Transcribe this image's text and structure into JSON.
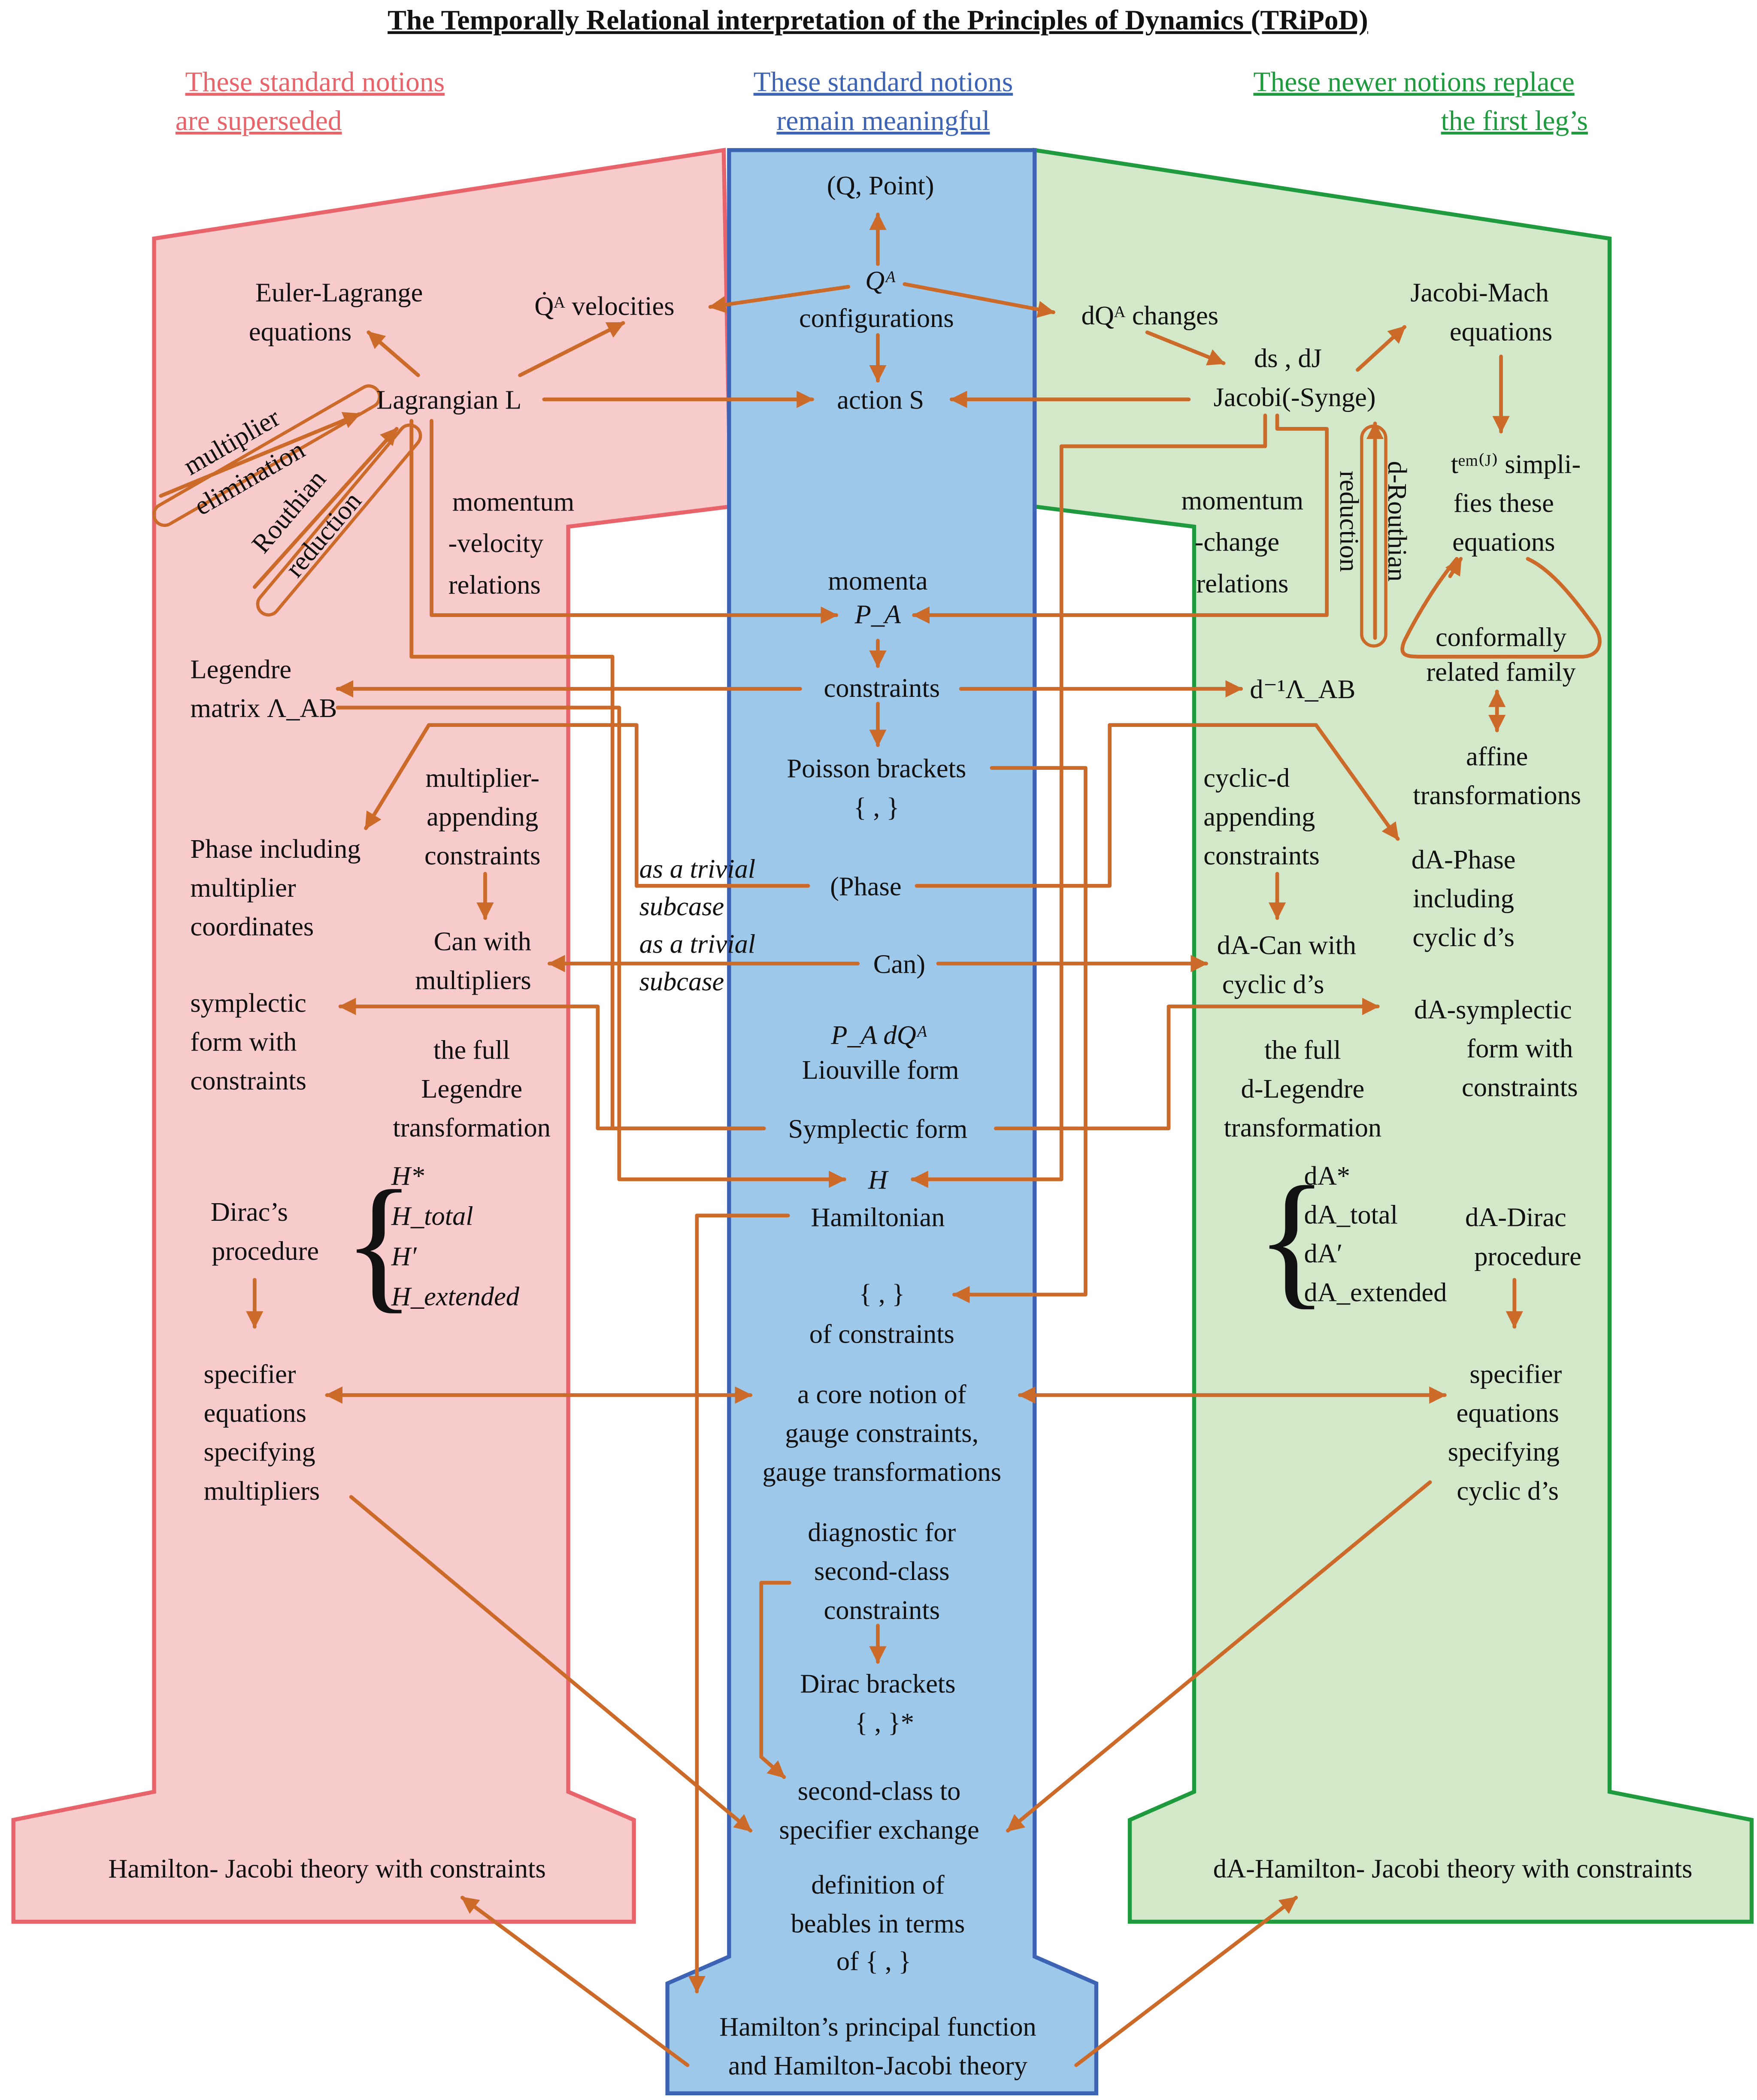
{
  "title": "The Temporally Relational interpretation of the Principles of Dynamics (TRiPoD)",
  "colors": {
    "left_fill": "#f7cacc",
    "left_stroke": "#e8646a",
    "mid_fill": "#9ec8ea",
    "mid_stroke": "#3d64b4",
    "right_fill": "#d2e8c8",
    "right_stroke": "#1f9a3e",
    "arrow": "#cc6b29",
    "text": "#111111"
  },
  "headers": {
    "left": [
      "These standard notions ",
      "are superseded"
    ],
    "mid": [
      "These standard notions",
      "remain meaningful"
    ],
    "right": [
      "These newer notions replace",
      "the first leg’s"
    ]
  },
  "labels": {
    "q_point": "(Q, Point)",
    "qa_config": [
      "Qᴬ",
      "configurations"
    ],
    "action_s": "action S",
    "momenta": [
      "momenta",
      "P_A"
    ],
    "constraints": "constraints",
    "poisson": [
      "Poisson brackets",
      "{   ,   }"
    ],
    "phase": "(Phase",
    "can": "Can)",
    "liouville": [
      "P_A dQᴬ",
      "Liouville form"
    ],
    "symplectic": "Symplectic form",
    "hamiltonian": [
      "H",
      "Hamiltonian"
    ],
    "brackets_constraints": [
      "{   ,   }",
      "of constraints"
    ],
    "core_gauge": [
      "a core notion of",
      "gauge constraints,",
      "gauge transformations"
    ],
    "diagnostic": [
      "diagnostic for",
      "second-class",
      "constraints"
    ],
    "dirac_brackets": [
      "Dirac brackets",
      "{   ,   }*"
    ],
    "exchange": [
      "second-class to",
      "specifier exchange"
    ],
    "beables": [
      "definition of",
      "beables in terms",
      "of {   ,   }"
    ],
    "hpf": [
      "Hamilton’s principal function",
      "and Hamilton-Jacobi theory"
    ],
    "euler_lagrange": [
      "Euler-Lagrange",
      "equations"
    ],
    "qdot_velocities": "Q̇ᴬ velocities",
    "lagrangian": "Lagrangian L",
    "multiplier_elimination": [
      "multiplier",
      "elimination"
    ],
    "routhian_reduction": [
      "Routhian",
      "reduction"
    ],
    "momentum_velocity": [
      "momentum",
      "-velocity",
      "relations"
    ],
    "legendre_matrix": [
      "Legendre",
      "matrix Λ_AB"
    ],
    "multiplier_appending": [
      "multiplier-",
      "appending",
      "constraints"
    ],
    "phase_multiplier": [
      "Phase including",
      "multiplier",
      "coordinates"
    ],
    "trivial_subcase": [
      "as a trivial",
      "subcase"
    ],
    "can_multipliers": [
      "Can with",
      "multipliers"
    ],
    "symplectic_constraints": [
      "symplectic",
      "form with",
      "constraints"
    ],
    "full_legendre": [
      "the full",
      "Legendre",
      "transformation"
    ],
    "dirac_procedure": [
      "Dirac’s",
      "procedure"
    ],
    "h_list": [
      "H*",
      "H_total",
      "H′",
      "H_extended"
    ],
    "specifier_multipliers": [
      "specifier",
      "equations",
      "specifying",
      "multipliers"
    ],
    "hj_constraints": "Hamilton- Jacobi theory with constraints",
    "dqa_changes": "dQᴬ changes",
    "ds_dj": "ds , dJ",
    "jacobi_synge": "Jacobi(-Synge)",
    "jacobi_mach": [
      "Jacobi-Mach",
      "equations"
    ],
    "d_routhian": [
      "d-Routhian",
      "reduction"
    ],
    "temj": [
      "tᵉᵐ⁽ᴶ⁾ simpli-",
      "fies these",
      "equations"
    ],
    "momentum_change": [
      "momentum",
      "-change",
      "relations"
    ],
    "conformal_family": [
      "conformally",
      "related family"
    ],
    "d_inv_lambda": "d⁻¹Λ_AB",
    "affine": [
      "affine",
      "transformations"
    ],
    "cyclic_appending": [
      "cyclic-d",
      "appending",
      "constraints"
    ],
    "da_phase": [
      "dA-Phase",
      "including",
      "cyclic d’s"
    ],
    "da_can": [
      "dA-Can with",
      "cyclic d’s"
    ],
    "da_symplectic": [
      "dA-symplectic",
      "form with",
      "constraints"
    ],
    "full_d_legendre": [
      "the full",
      "d-Legendre",
      "transformation"
    ],
    "da_list": [
      "dA*",
      "dA_total",
      "dA′",
      "dA_extended"
    ],
    "da_dirac": [
      "dA-Dirac",
      "procedure"
    ],
    "specifier_cyclic": [
      "specifier",
      "equations",
      "specifying",
      "cyclic d’s"
    ],
    "da_hj": "dA-Hamilton- Jacobi theory with constraints"
  }
}
